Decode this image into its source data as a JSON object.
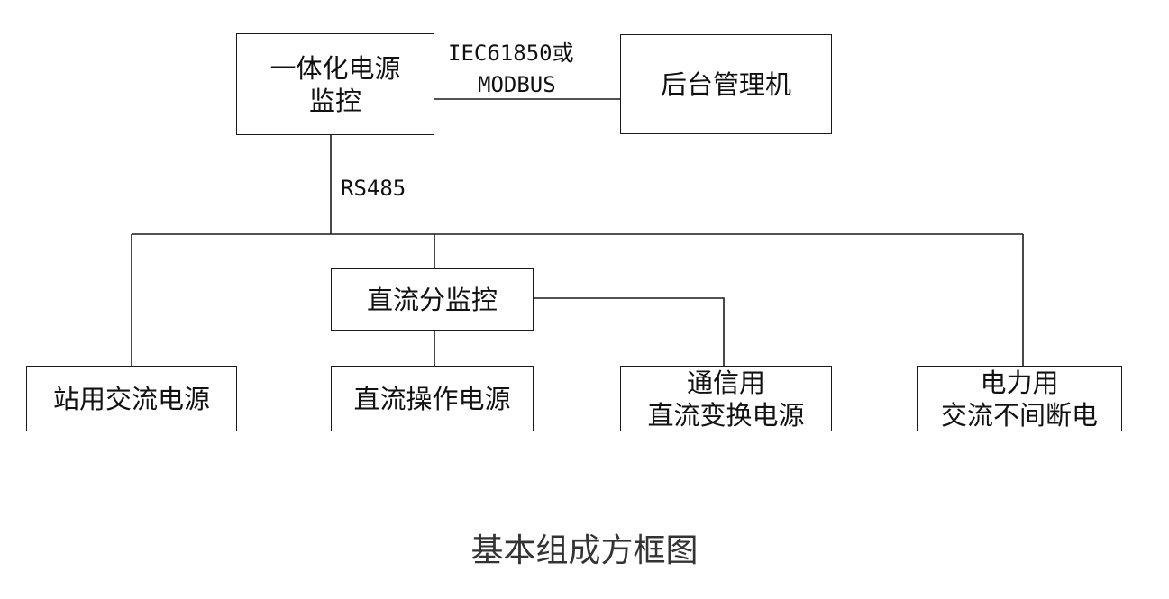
{
  "nodes": {
    "integrated_monitor": {
      "lines": [
        "一体化电源",
        "监控"
      ]
    },
    "backend_manager": {
      "lines": [
        "后台管理机"
      ]
    },
    "dc_sub_monitor": {
      "lines": [
        "直流分监控"
      ]
    },
    "station_ac_power": {
      "lines": [
        "站用交流电源"
      ]
    },
    "dc_operation_power": {
      "lines": [
        "直流操作电源"
      ]
    },
    "comm_dc_converter": {
      "lines": [
        "通信用",
        "直流变换电源"
      ]
    },
    "power_ups": {
      "lines": [
        "电力用",
        "交流不间断电"
      ]
    }
  },
  "links": {
    "protocol_top": [
      "IEC61850或",
      "MODBUS"
    ],
    "protocol_bus": "RS485"
  },
  "caption": "基本组成方框图",
  "colors": {
    "line": "#1a1a1a",
    "text": "#111111",
    "caption": "#333333",
    "background": "#ffffff"
  }
}
